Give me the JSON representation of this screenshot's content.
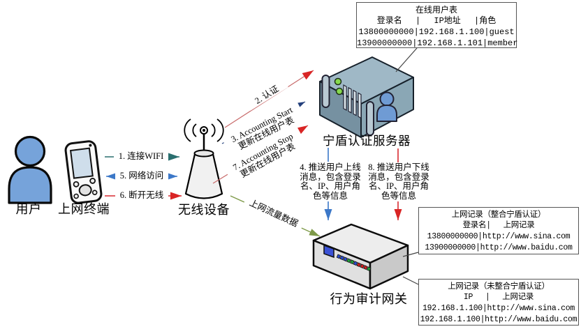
{
  "nodes": {
    "user": {
      "label": "用户"
    },
    "terminal": {
      "label": "上网终端"
    },
    "wireless": {
      "label": "无线设备"
    },
    "auth_server": {
      "label": "宁盾认证服务器"
    },
    "audit_gateway": {
      "label": "行为审计网关"
    }
  },
  "flows": {
    "connect_wifi": {
      "label": "1. 连接WIFI"
    },
    "network_access": {
      "label": "5. 网络访问"
    },
    "disconnect": {
      "label": "6. 断开无线"
    },
    "auth": {
      "label": "2. 认证"
    },
    "acct_start": {
      "label": "3. Accounting Start\n更新在线用户表"
    },
    "acct_stop": {
      "label": "7. Accounting Stop\n更新在线用户表"
    },
    "push_online": {
      "label": "4. 推送用户上线\n消息，包含登录\n名、IP、用户角\n色等信息"
    },
    "push_offline": {
      "label": "8. 推送用户下线\n消息，包含登录\n名、IP、用户角\n色等信息"
    },
    "traffic": {
      "label": "上网流量数据"
    }
  },
  "palette": {
    "teal": "#2a6f6f",
    "blue": "#3c78c8",
    "navy": "#24407c",
    "soft_red": "#c86a6a",
    "bright_red": "#d92a30",
    "red_head": "#d92525",
    "green": "#7e9a49"
  },
  "tables": {
    "online_users": {
      "title": "在线用户表",
      "header": "登录名　 | 　IP地址　 |角色",
      "rows": [
        "13800000000|192.168.1.100|guest",
        "13900000000|192.168.1.101|member"
      ]
    },
    "records_integrated": {
      "title": "上网记录（整合宁盾认证）",
      "header": "登录名|　 上网记录",
      "rows": [
        "13800000000|http://www.sina.com",
        "13900000000|http://www.baidu.com"
      ]
    },
    "records_unintegrated": {
      "title": "上网记录（未整合宁盾认证）",
      "header": "IP　 | 　上网记录",
      "rows": [
        "192.168.1.100|http://www.sina.com",
        "192.168.1.100|http://www.baidu.com"
      ]
    }
  }
}
